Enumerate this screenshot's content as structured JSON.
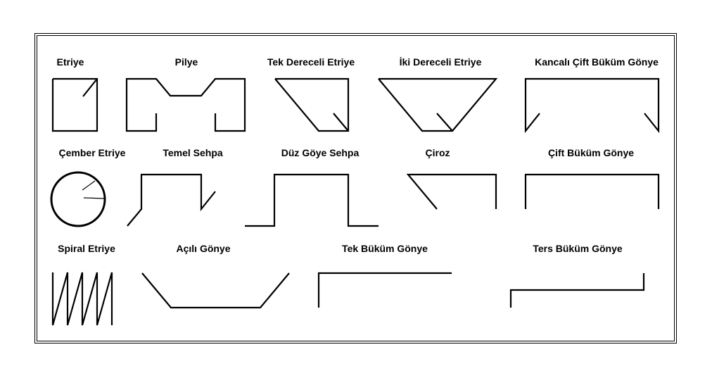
{
  "shapes": [
    {
      "label": "Etriye"
    },
    {
      "label": "Pilye"
    },
    {
      "label": "Tek Dereceli Etriye"
    },
    {
      "label": "İki Dereceli Etriye"
    },
    {
      "label": "Kancalı Çift Büküm Gönye"
    },
    {
      "label": "Çember Etriye"
    },
    {
      "label": "Temel Sehpa"
    },
    {
      "label": "Düz Göye Sehpa"
    },
    {
      "label": "Çiroz"
    },
    {
      "label": "Çift Büküm Gönye"
    },
    {
      "label": "Spiral Etriye"
    },
    {
      "label": "Açılı Gönye"
    },
    {
      "label": "Tek Büküm Gönye"
    },
    {
      "label": "Ters Büküm Gönye"
    }
  ]
}
